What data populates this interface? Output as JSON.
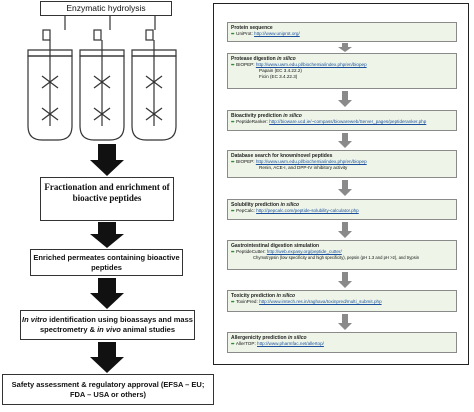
{
  "left": {
    "hydrolysis": "Enzymatic hydrolysis",
    "fractionation": "Fractionation and enrichment of bioactive peptides",
    "enriched": "Enriched permeates containing bioactive peptides",
    "invitro_em1": "In vitro",
    "invitro_mid": " identification using bioassays and mass spectrometry & ",
    "invitro_em2": "in vivo",
    "invitro_end": " animal studies",
    "safety": "Safety assessment & regulatory approval (EFSA – EU; FDA – USA or others)"
  },
  "steps": [
    {
      "title": "Protein sequence",
      "tool": "UniProt",
      "url": "http://www.uniprot.org/"
    },
    {
      "title_a": "Protease digestion ",
      "title_em": "in silico",
      "tool": "BIOPEP",
      "url": "http://www.uwm.edu.pl/biochemia/index.php/en/biopep",
      "sub1": "Papain (EC 3.4.22.2)",
      "sub2": "Ficin (EC 3.4.22.3)"
    },
    {
      "title_a": "Bioactivity prediction ",
      "title_em": "in silico",
      "tool": "PeptideRanker",
      "url": "http://bioware.ucd.ie/~compass/biowareweb/Server_pages/peptideranker.php"
    },
    {
      "title": "Database search for known/novel peptides",
      "tool": "BIOPEP",
      "url": "http://www.uwm.edu.pl/biochemia/index.php/en/biopep",
      "sub1": "Renin, ACE-I, and DPP-IV inhibitory activity"
    },
    {
      "title_a": "Solubility prediction ",
      "title_em": "in silico",
      "tool": "PepCalc",
      "url": "http://pepcalc.com/peptide-solubility-calculator.php"
    },
    {
      "title": "Gastrointestinal digestion simulation",
      "tool": "PeptideCutter",
      "url": "http://web.expasy.org/peptide_cutter/",
      "sub1": "Chymotrypsin (low specificity and high specificity), pepsin (pH 1.3 and pH >2), and trypsin"
    },
    {
      "title_a": "Toxicity prediction ",
      "title_em": "in silico",
      "tool": "ToxinPred",
      "url": "http://www.imtech.res.in/raghava/toxinpred/multi_submit.php"
    },
    {
      "title_a": "Allergenicity prediction ",
      "title_em": "in silico",
      "tool": "AllerTOP",
      "url": "http://www.pharmfac.net/allertop/"
    }
  ],
  "arrow_glyph": "➨",
  "colors": {
    "step_fill": "#eef5e8",
    "arrow_dark": "#111111",
    "arrow_grey": "#8a8a8a",
    "link": "#1a4f9c",
    "bullet_green": "#2f8a2f"
  }
}
